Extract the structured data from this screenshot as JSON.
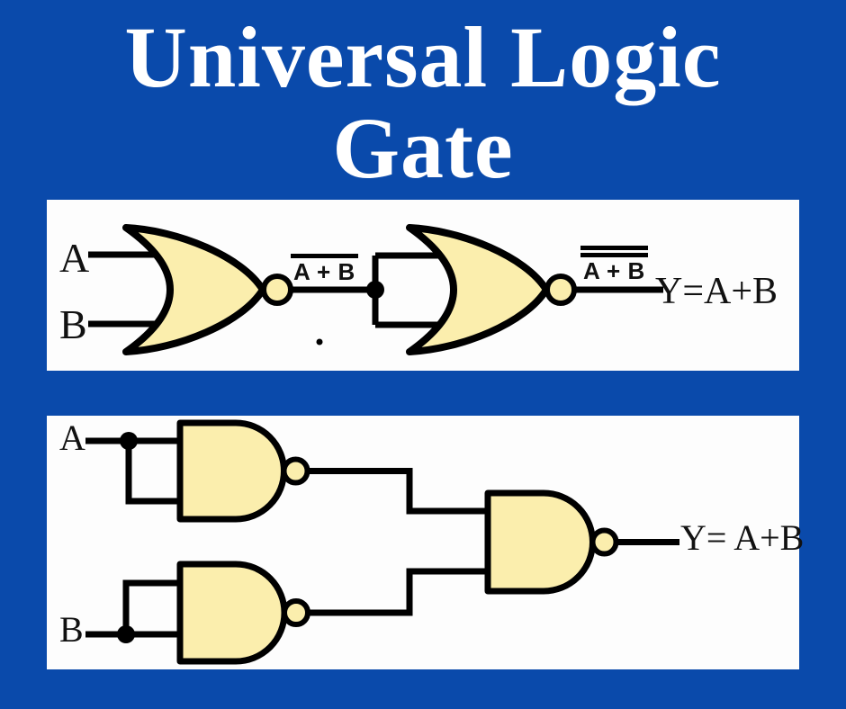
{
  "title": {
    "line1": "Universal Logic",
    "line2": "Gate"
  },
  "colors": {
    "background": "#0a4aab",
    "panel_bg": "#fdfdfd",
    "gate_fill": "#fbeead",
    "line": "#000000",
    "title_text": "#ffffff",
    "label_text": "#111111"
  },
  "nor_panel": {
    "input_a": "A",
    "input_b": "B",
    "intermediate_label": "A + B",
    "intermediate_overlines": 1,
    "output_label": "A + B",
    "output_overlines": 2,
    "result_expression": "Y=A+B",
    "gate_1": "NOR",
    "gate_2": "NOR"
  },
  "nand_panel": {
    "input_a": "A",
    "input_b": "B",
    "result_expression": "Y= A+B",
    "gate_1": "NAND",
    "gate_2": "NAND",
    "gate_3": "NAND"
  }
}
